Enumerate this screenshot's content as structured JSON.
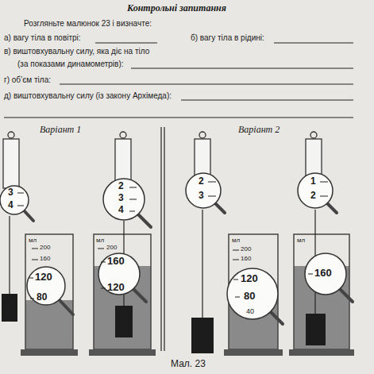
{
  "diagram": {
    "title": "Контрольні запитання",
    "caption": "Мал. 23",
    "labels": [
      "Розгляньте малюнок 23 і визначте:",
      "а) вагу тіла в повітрі:",
      "б) вагу тіла в рідині:",
      "в) виштовхувальну силу, яка діє на тіло",
      "(за показами динамометрів):",
      "г) об’єм тіла:",
      "д) виштовхувальну силу (із закону Архімеда):",
      "Варіант 1",
      "Варіант 2",
      "3",
      "4",
      "мл",
      "200",
      "160",
      "120",
      "80",
      "2",
      "3",
      "4",
      "мл",
      "200",
      "160",
      "120",
      "2",
      "3",
      "мл",
      "200",
      "160",
      "120",
      "80",
      "40",
      "1",
      "2",
      "мл",
      "160"
    ]
  }
}
